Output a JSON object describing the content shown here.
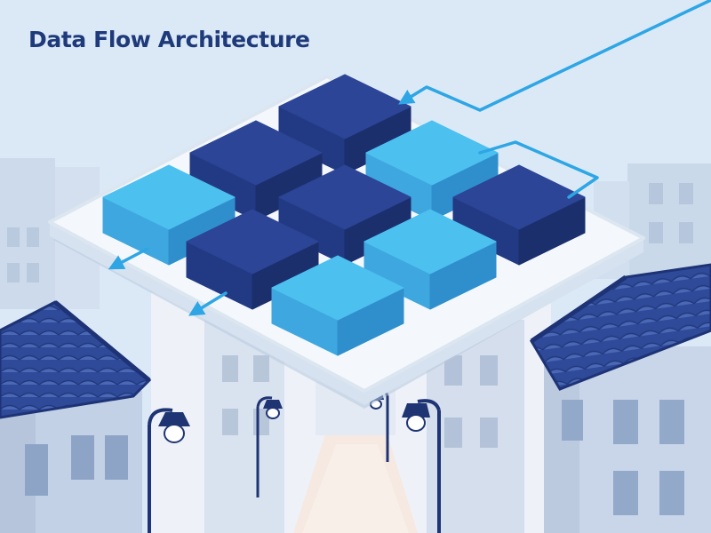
{
  "diagram": {
    "title": "Data Flow Architecture"
  },
  "nodes": [
    {
      "name": "node-top",
      "tone": "dark"
    },
    {
      "name": "node-upper-left",
      "tone": "dark"
    },
    {
      "name": "node-upper-right",
      "tone": "light"
    },
    {
      "name": "node-left",
      "tone": "light"
    },
    {
      "name": "node-center",
      "tone": "dark"
    },
    {
      "name": "node-right",
      "tone": "dark"
    },
    {
      "name": "node-lower-left",
      "tone": "dark"
    },
    {
      "name": "node-lower-right",
      "tone": "light"
    },
    {
      "name": "node-bottom",
      "tone": "light"
    }
  ],
  "colors": {
    "sky": "#dbe9f6",
    "platform": "#f4f8fc",
    "dark_block_top": "#2c4596",
    "dark_block_left": "#223a83",
    "dark_block_right": "#1b2f6c",
    "light_block_top": "#4cc0ef",
    "light_block_left": "#3fa7e0",
    "light_block_right": "#2f8fcd",
    "flow_line": "#2ea6e5",
    "roof": "#3c5aa6",
    "title": "#1f3a7a"
  }
}
